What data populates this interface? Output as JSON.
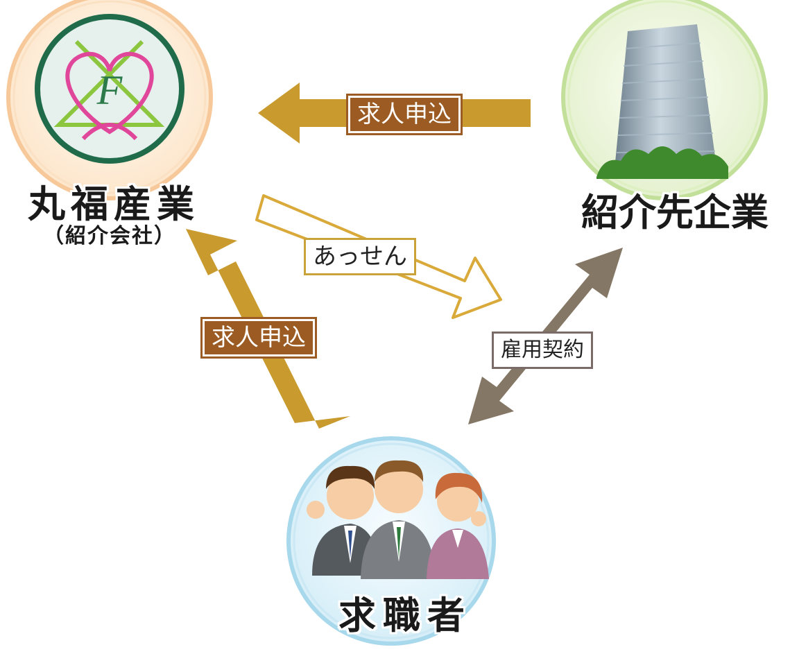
{
  "nodes": {
    "marufuku": {
      "title": "丸福産業",
      "subtitle": "（紹介会社）",
      "logo_letter": "F"
    },
    "company": {
      "title": "紹介先企業"
    },
    "jobseeker": {
      "title": "求職者"
    }
  },
  "edges": {
    "company_to_marufuku": {
      "label": "求人申込"
    },
    "jobseeker_to_marufuku": {
      "label": "求人申込"
    },
    "marufuku_to_company": {
      "label": "あっせん"
    },
    "company_jobseeker": {
      "label": "雇用契約"
    }
  },
  "colors": {
    "gold_arrow": "#c99a2e",
    "label_brown": "#9b5b22",
    "contract_arrow": "#857765",
    "marufuku_ring": "#f7c99a",
    "company_ring": "#c3e09a",
    "jobseeker_ring": "#a8d8ec"
  }
}
